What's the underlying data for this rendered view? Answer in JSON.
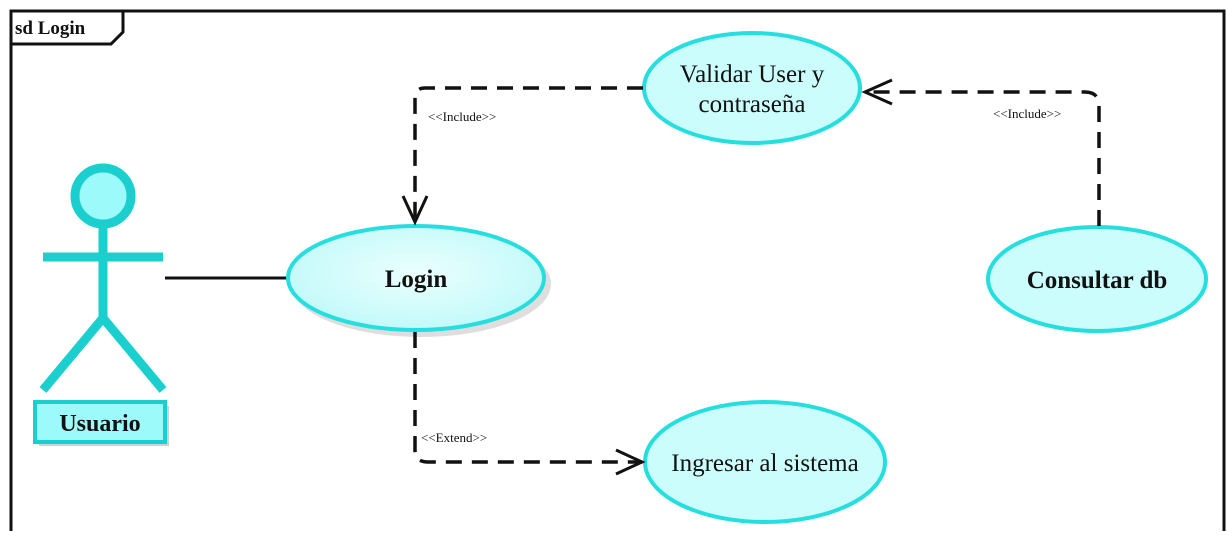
{
  "frame": {
    "label": "sd Login"
  },
  "actor": {
    "name": "Usuario"
  },
  "use_cases": {
    "login": "Login",
    "validar_line1": "Validar User y",
    "validar_line2": "contraseña",
    "consultar": "Consultar db",
    "ingresar": "Ingresar al sistema"
  },
  "relations": {
    "include_left": "<<Include>>",
    "include_right": "<<Include>>",
    "extend": "<<Extend>>"
  },
  "colors": {
    "actor": "#1ccfcf",
    "usecase_fill": "#ccfdfd",
    "usecase_stroke": "#27dede",
    "line": "#111111"
  }
}
